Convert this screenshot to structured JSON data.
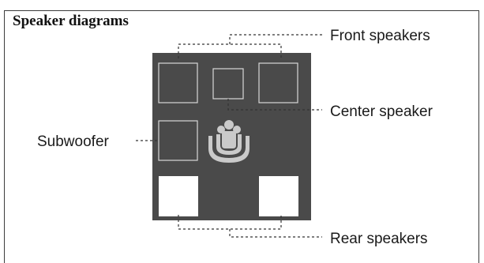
{
  "title": "Speaker diagrams",
  "labels": {
    "front": "Front speakers",
    "center": "Center speaker",
    "subwoofer": "Subwoofer",
    "rear": "Rear speakers"
  },
  "colors": {
    "room": "#4a4a4a",
    "speaker_outline": "#d8d8d8",
    "rear_speaker_fill": "#ffffff",
    "listener_icon": "#c9c9c9",
    "leader_line": "#333333"
  },
  "icons": {
    "listener": "listener-group-icon"
  }
}
